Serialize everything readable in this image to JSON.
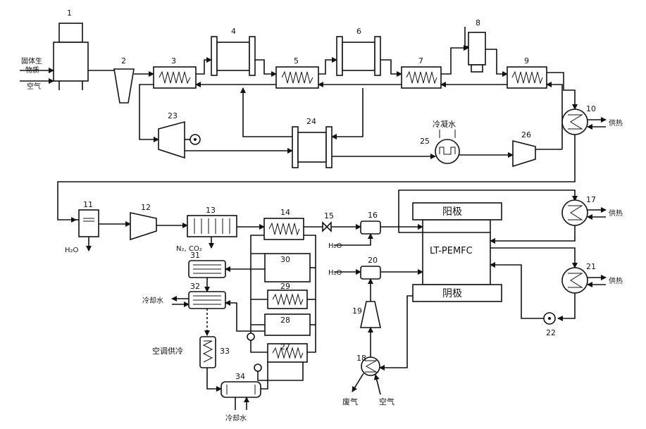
{
  "numbers": {
    "n1": "1",
    "n2": "2",
    "n3": "3",
    "n4": "4",
    "n5": "5",
    "n6": "6",
    "n7": "7",
    "n8": "8",
    "n9": "9",
    "n10": "10",
    "n11": "11",
    "n12": "12",
    "n13": "13",
    "n14": "14",
    "n15": "15",
    "n16": "16",
    "n17": "17",
    "n18": "18",
    "n19": "19",
    "n20": "20",
    "n21": "21",
    "n22": "22",
    "n23": "23",
    "n24": "24",
    "n25": "25",
    "n26": "26",
    "n27": "27",
    "n28": "28",
    "n29": "29",
    "n30": "30",
    "n31": "31",
    "n32": "32",
    "n33": "33",
    "n34": "34"
  },
  "labels": {
    "biomass_l1": "固体生",
    "biomass_l2": "物质",
    "air_in": "空气",
    "condensate": "冷凝水",
    "heat_supply_10": "供热",
    "heat_supply_17": "供热",
    "heat_supply_21": "供热",
    "water_out": "H₂O",
    "n2_co2": "N₂, CO₂",
    "h2o_16": "H₂O",
    "h2o_20": "H₂O",
    "anode": "阳极",
    "cathode": "阴极",
    "fuel_cell": "LT-PEMFC",
    "cooling_water_32": "冷却水",
    "ac_cooling": "空调供冷",
    "cooling_water_34": "冷却水",
    "exhaust": "废气",
    "air_18": "空气"
  }
}
